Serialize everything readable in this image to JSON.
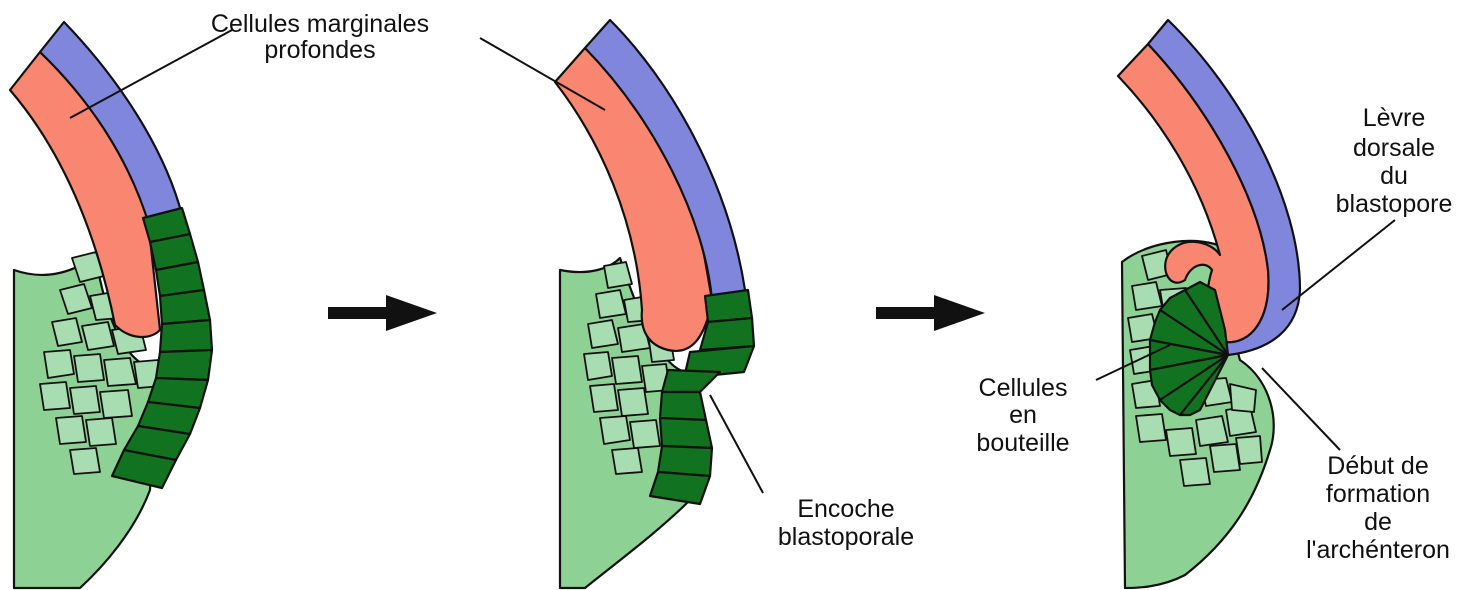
{
  "labels": {
    "deep_marginal_cells_line1": "Cellules marginales",
    "deep_marginal_cells_line2": "profondes",
    "blastopore_notch_line1": "Encoche",
    "blastopore_notch_line2": "blastoporale",
    "dorsal_lip_line1": "Lèvre",
    "dorsal_lip_line2": "dorsale",
    "dorsal_lip_line3": "du",
    "dorsal_lip_line4": "blastopore",
    "bottle_cells_line1": "Cellules",
    "bottle_cells_line2": "en",
    "bottle_cells_line3": "bouteille",
    "archenteron_line1": "Début de",
    "archenteron_line2": "formation",
    "archenteron_line3": "de",
    "archenteron_line4": "l'archénteron"
  },
  "colors": {
    "ectoderm_blue": "#7f86dc",
    "deep_marginal_salmon": "#f88670",
    "vegetal_green": "#8dd195",
    "cell_light_green": "#a7ddb0",
    "bottle_cell_dark_green": "#11731f",
    "outline": "#111111"
  },
  "icons": {
    "arrow_1": "right-arrow-icon",
    "arrow_2": "right-arrow-icon"
  }
}
